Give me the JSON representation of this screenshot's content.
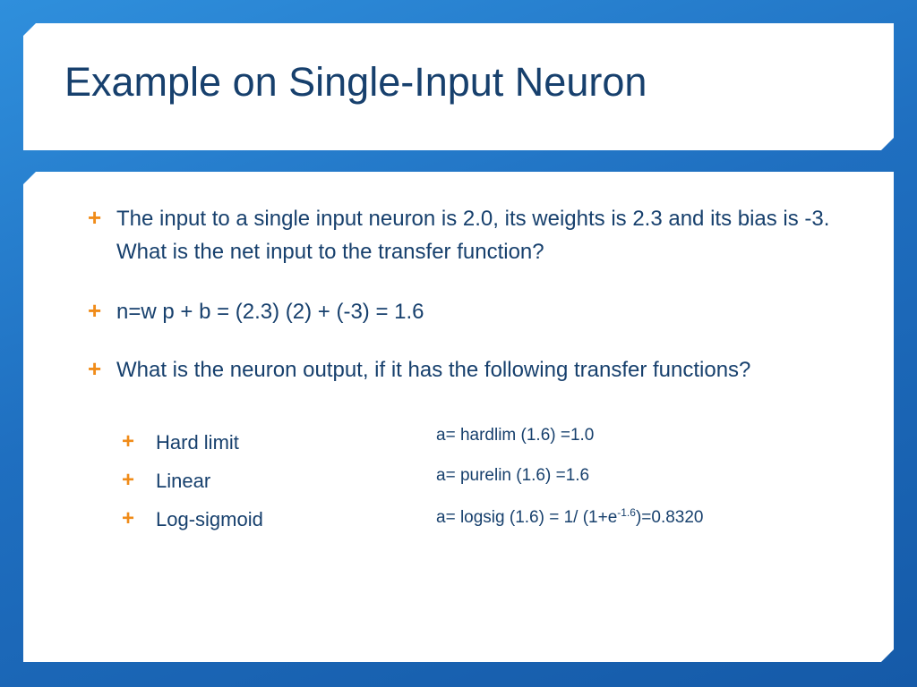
{
  "slide": {
    "title": "Example on Single-Input Neuron",
    "bullets": [
      {
        "text": "The input to a single input neuron is 2.0, its weights is 2.3 and its bias is -3. What is the net input to the transfer function?"
      },
      {
        "text": "n=w p + b = (2.3) (2) + (-3) = 1.6"
      },
      {
        "text": "What is the neuron output, if it has the following transfer functions?"
      }
    ],
    "sub_bullets": [
      {
        "label": "Hard limit",
        "formula": "a= hardlim (1.6) =1.0"
      },
      {
        "label": "Linear",
        "formula": "a= purelin (1.6) =1.6"
      },
      {
        "label": "Log-sigmoid",
        "formula_prefix": "a= logsig (1.6) = 1/ (1+e",
        "formula_exponent": "-1.6",
        "formula_suffix": ")=0.8320"
      }
    ]
  },
  "colors": {
    "background": "#1f6fc0",
    "title_text": "#17406d",
    "bullet_marker": "#f08c1a"
  },
  "icons": {
    "bullet_marker": "plus-icon"
  }
}
